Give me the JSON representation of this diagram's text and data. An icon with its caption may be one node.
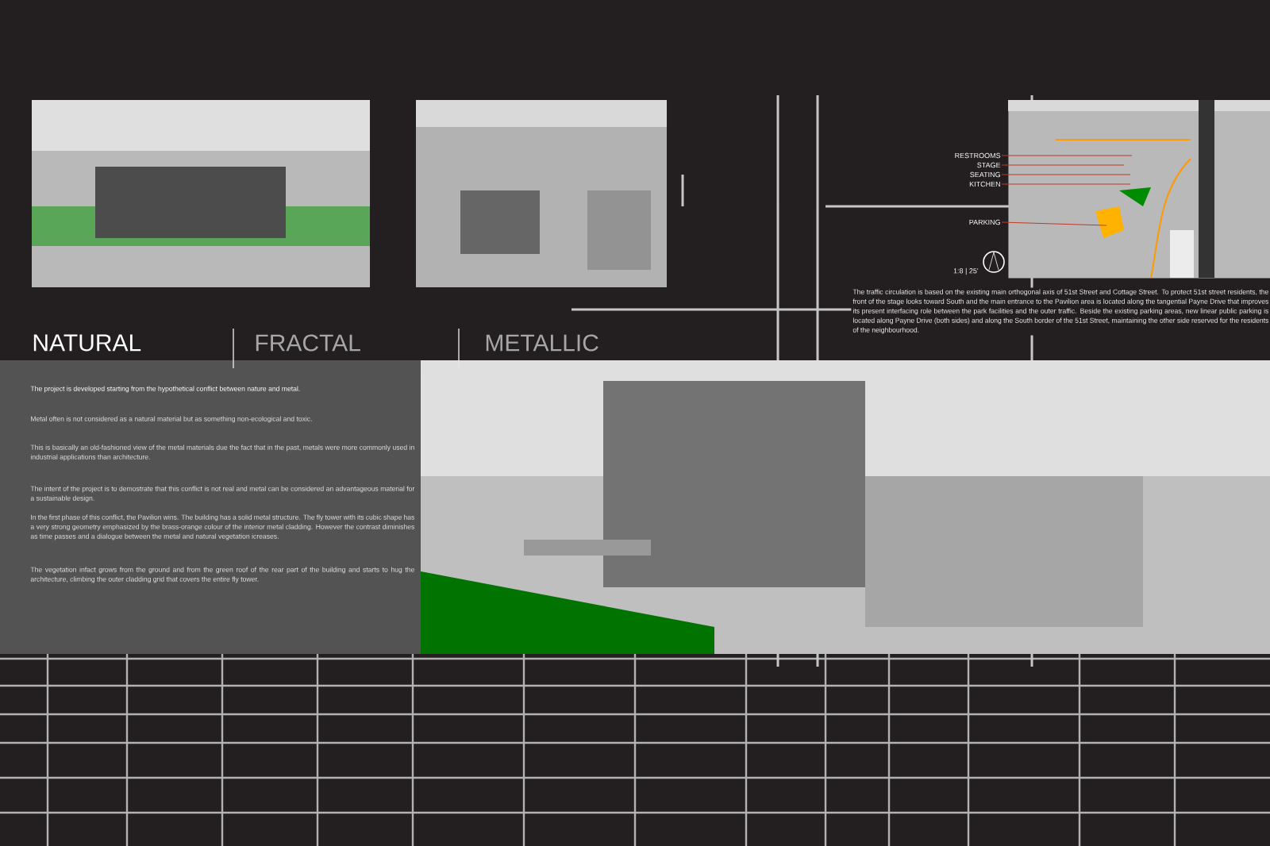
{
  "diagram": {
    "nodes": [
      {
        "text": [],
        "shape": "picture"
      },
      {
        "text": [
          "RESTROOMS"
        ]
      },
      {
        "text": [
          "STAGE"
        ]
      },
      {
        "text": [
          "SEATING"
        ]
      },
      {
        "text": [
          "KITCHEN"
        ]
      },
      {
        "text": [
          "PARKING"
        ]
      }
    ],
    "edges": [
      {
        "from": 1,
        "to": 0,
        "arrow": "none",
        "color": "#c0392b"
      },
      {
        "from": 2,
        "to": 0,
        "arrow": "none",
        "color": "#c0392b"
      },
      {
        "from": 3,
        "to": 0,
        "arrow": "none",
        "color": "#c0392b"
      },
      {
        "from": 4,
        "to": 0,
        "arrow": "none",
        "color": "#c0392b"
      },
      {
        "from": 5,
        "to": 0,
        "arrow": "none",
        "color": "#c0392b"
      }
    ],
    "labels": [
      "1:8 | 25'",
      "The traffic circulation is based on the existing main orthogonal axis of 51st Street and Cottage Street. To protect 51st street residents, the front of the stage looks toward South and the main entrance to the Pavilion area is located along the tangential Payne Drive that improves its present interfacing role between the park facilities and the outer traffic. Beside the existing parking areas, new linear public parking is located along Payne Drive (both sides) and along the South border of the 51st Street, maintaining the other side reserved for the residents of the neighbourhood.",
      "NATURAL",
      "FRACTAL",
      "METALLIC",
      "The project is developed starting from the hypothetical conflict between nature and metal.",
      "Metal often is not considered as a natural material but as something non-ecological and toxic.",
      "This is basically an old-fashioned view of the metal materials due the fact that in the past, metals were more commonly used in industrial applications than architecture.",
      "The intent of the project is to demostrate that this conflict is not real and metal can be considered an advantageous material for a sustainable design.",
      "In the first phase of this conflict, the Pavilion wins. The building has a solid metal structure. The fly tower with its cubic shape has a very strong geometry emphasized by the brass-orange colour of the interior metal cladding. However the contrast diminishes as time passes and a dialogue between the metal and natural vegetation icreases.",
      "The vegetation infact grows from the ground and from the green roof of the rear part of the building and starts to hug the architecture, climbing the outer cladding grid that covers the entire fly tower."
    ]
  }
}
